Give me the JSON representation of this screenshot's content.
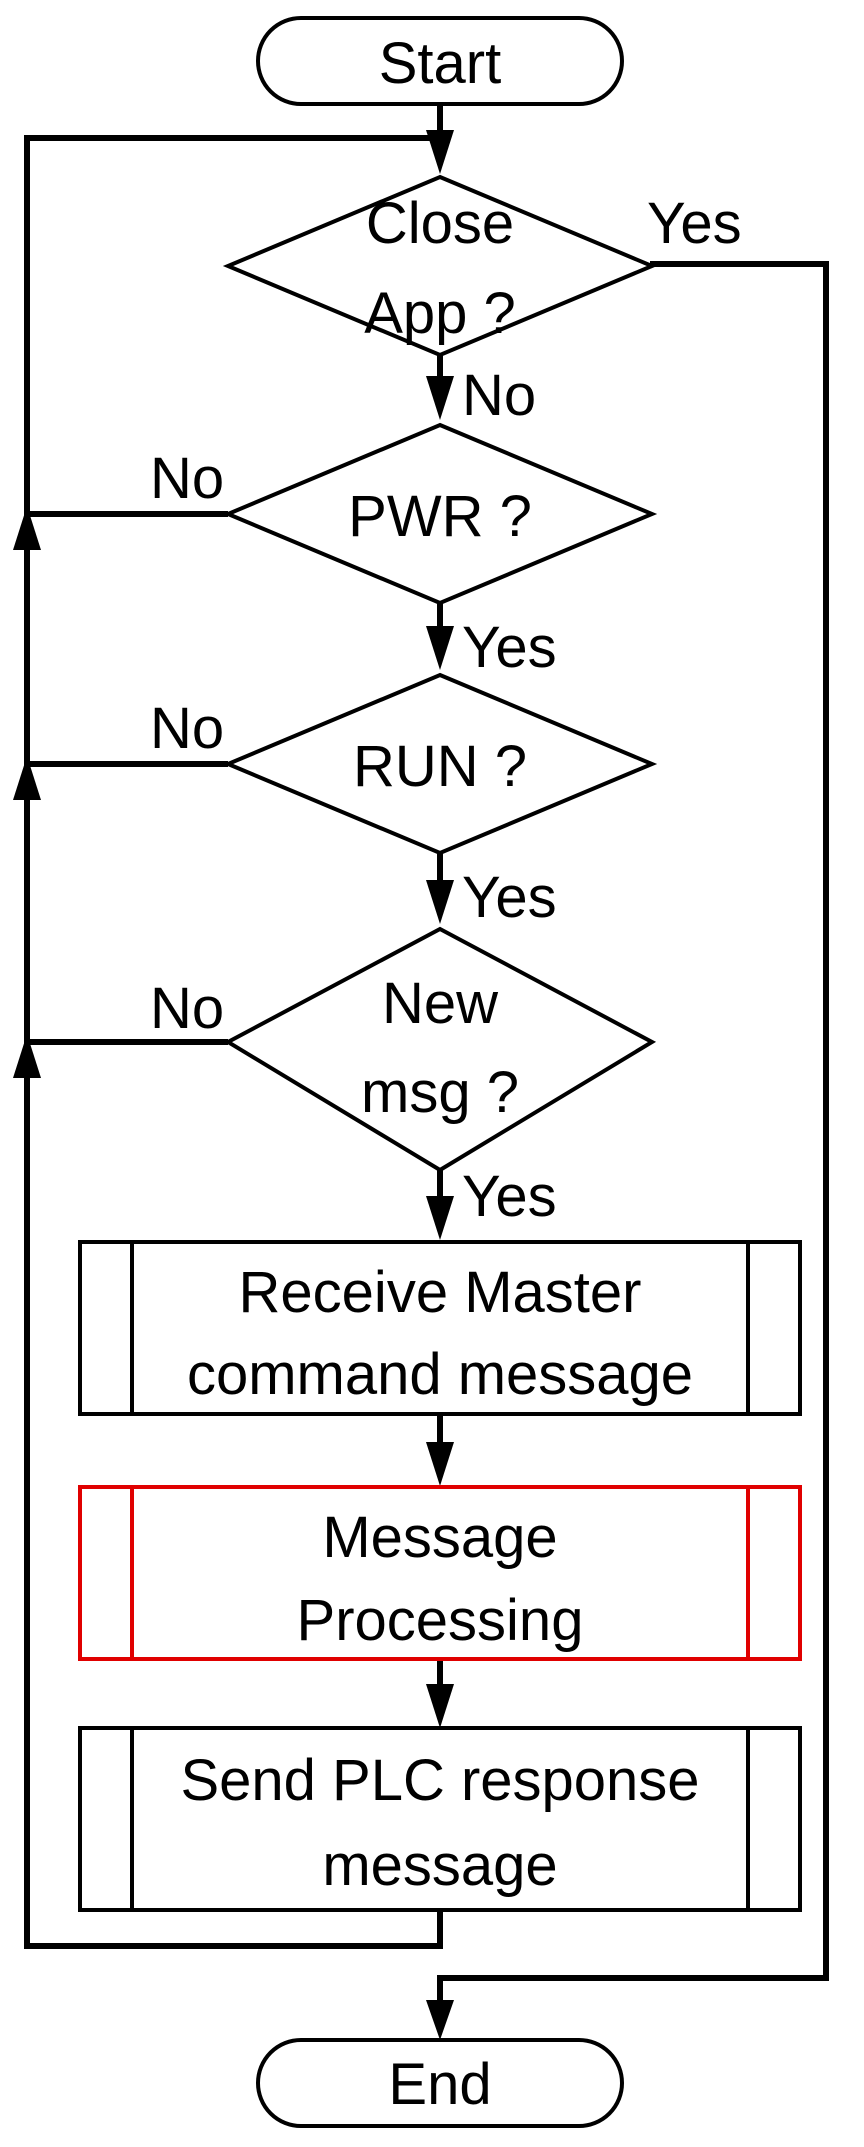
{
  "nodes": {
    "start": "Start",
    "close_app": [
      "Close",
      "App ?"
    ],
    "pwr": "PWR ?",
    "run": "RUN ?",
    "new_msg": [
      "New",
      "msg ?"
    ],
    "receive": [
      "Receive Master",
      "command message"
    ],
    "processing": [
      "Message",
      "Processing"
    ],
    "send": [
      "Send PLC response",
      "message"
    ],
    "end": "End"
  },
  "edges": {
    "close_yes": "Yes",
    "close_no": "No",
    "pwr_no": "No",
    "pwr_yes": "Yes",
    "run_no": "No",
    "run_yes": "Yes",
    "msg_no": "No",
    "msg_yes": "Yes"
  },
  "colors": {
    "stroke": "#000000",
    "highlight": "#e00000"
  }
}
